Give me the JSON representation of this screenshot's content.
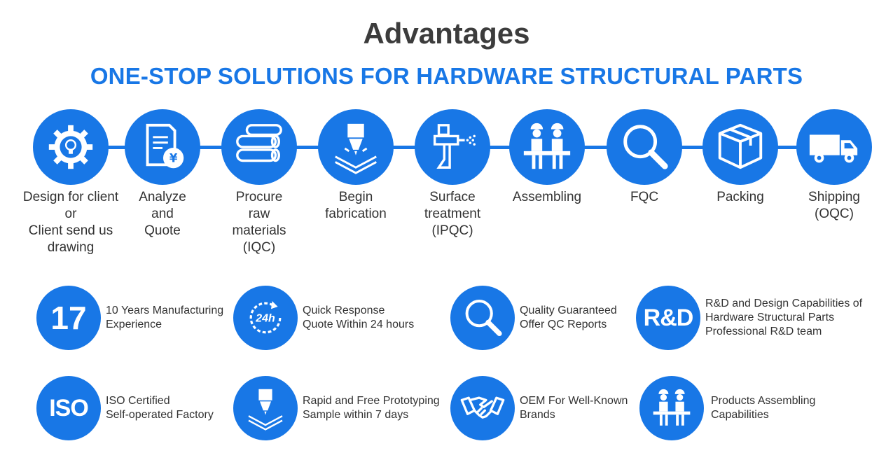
{
  "header": {
    "title": "Advantages",
    "subtitle": "ONE-STOP SOLUTIONS FOR HARDWARE STRUCTURAL PARTS"
  },
  "steps": [
    {
      "icon": "gear-bulb-icon",
      "lines": [
        "Design for client",
        "or",
        "Client send us",
        "drawing"
      ]
    },
    {
      "icon": "document-yen-icon",
      "lines": [
        "Analyze",
        "and",
        "Quote"
      ]
    },
    {
      "icon": "pipes-icon",
      "lines": [
        "Procure",
        "raw",
        "materials",
        "(IQC)"
      ]
    },
    {
      "icon": "laser-cutter-icon",
      "lines": [
        "Begin",
        "fabrication"
      ]
    },
    {
      "icon": "spray-gun-icon",
      "lines": [
        "Surface",
        "treatment",
        "(IPQC)"
      ]
    },
    {
      "icon": "workers-icon",
      "lines": [
        "Assembling"
      ]
    },
    {
      "icon": "magnifier-icon",
      "lines": [
        "FQC"
      ]
    },
    {
      "icon": "box-icon",
      "lines": [
        "Packing"
      ]
    },
    {
      "icon": "truck-icon",
      "lines": [
        "Shipping",
        "(OQC)"
      ]
    }
  ],
  "advantages": [
    {
      "badge": "17",
      "icon": "years-17-icon",
      "lines": [
        "10 Years Manufacturing",
        "Experience"
      ]
    },
    {
      "badge": "24h",
      "icon": "clock-24h-icon",
      "lines": [
        "Quick Response",
        "Quote Within 24 hours"
      ]
    },
    {
      "badge": "",
      "icon": "magnifier-icon",
      "lines": [
        "Quality Guaranteed",
        "Offer QC Reports"
      ]
    },
    {
      "badge": "R&D",
      "icon": "rd-icon",
      "lines": [
        "R&D and Design Capabilities of",
        "Hardware Structural Parts",
        "Professional R&D team"
      ]
    },
    {
      "badge": "ISO",
      "icon": "iso-icon",
      "lines": [
        "ISO Certified",
        "Self-operated Factory"
      ]
    },
    {
      "badge": "",
      "icon": "laser-cutter-icon",
      "lines": [
        "Rapid and Free Prototyping",
        "Sample within 7 days"
      ]
    },
    {
      "badge": "",
      "icon": "handshake-icon",
      "lines": [
        "OEM For Well-Known",
        "Brands"
      ]
    },
    {
      "badge": "",
      "icon": "workers-icon",
      "lines": [
        "Products Assembling",
        "Capabilities"
      ]
    }
  ],
  "colors": {
    "accent": "#1877e6",
    "title": "#3c3c3c",
    "text": "#333333"
  }
}
